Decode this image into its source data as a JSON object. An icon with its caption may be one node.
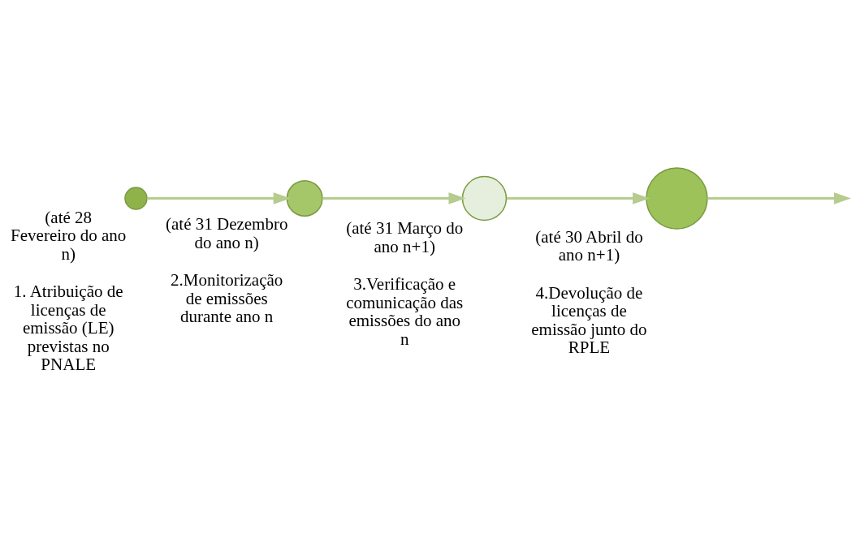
{
  "diagram": {
    "nodes": [
      {
        "text": [],
        "shape": "circle",
        "beside": [
          "(até 28 Fevereiro do ano n)",
          "1. Atribuição de licenças de emissão (LE) previstas no PNALE"
        ]
      },
      {
        "text": [],
        "shape": "circle",
        "beside": [
          "(até 31 Dezembro do ano n)",
          "2.Monitorização de emissões durante ano n"
        ]
      },
      {
        "text": [],
        "shape": "circle",
        "beside": [
          "(até 31 Março do ano n+1)",
          "3.Verificação e comunicação das emissões do ano n"
        ]
      },
      {
        "text": [],
        "shape": "circle",
        "beside": [
          "(até 30 Abril do ano n+1)",
          "4.Devolução de licenças de emissão junto do RPLE"
        ]
      }
    ],
    "edges": [
      {
        "from": 0,
        "to": 1,
        "arrow": "to"
      },
      {
        "from": 1,
        "to": 2,
        "arrow": "to"
      },
      {
        "from": 2,
        "to": 3,
        "arrow": "to"
      },
      {
        "from": 3,
        "to": null,
        "arrow": "to"
      }
    ]
  }
}
